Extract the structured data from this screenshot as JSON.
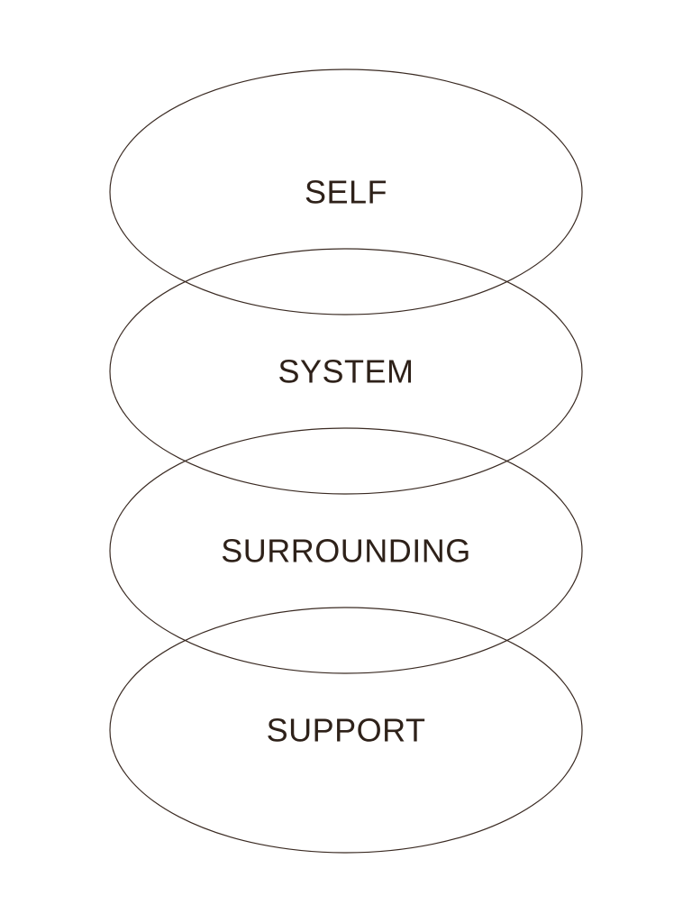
{
  "colors": {
    "stroke": "#3a2a22",
    "text": "#2e2119",
    "background": "#ffffff"
  },
  "layers": [
    {
      "id": "self",
      "label": "SELF"
    },
    {
      "id": "system",
      "label": "SYSTEM"
    },
    {
      "id": "surrounding",
      "label": "SURROUNDING"
    },
    {
      "id": "support",
      "label": "SUPPORT"
    }
  ]
}
